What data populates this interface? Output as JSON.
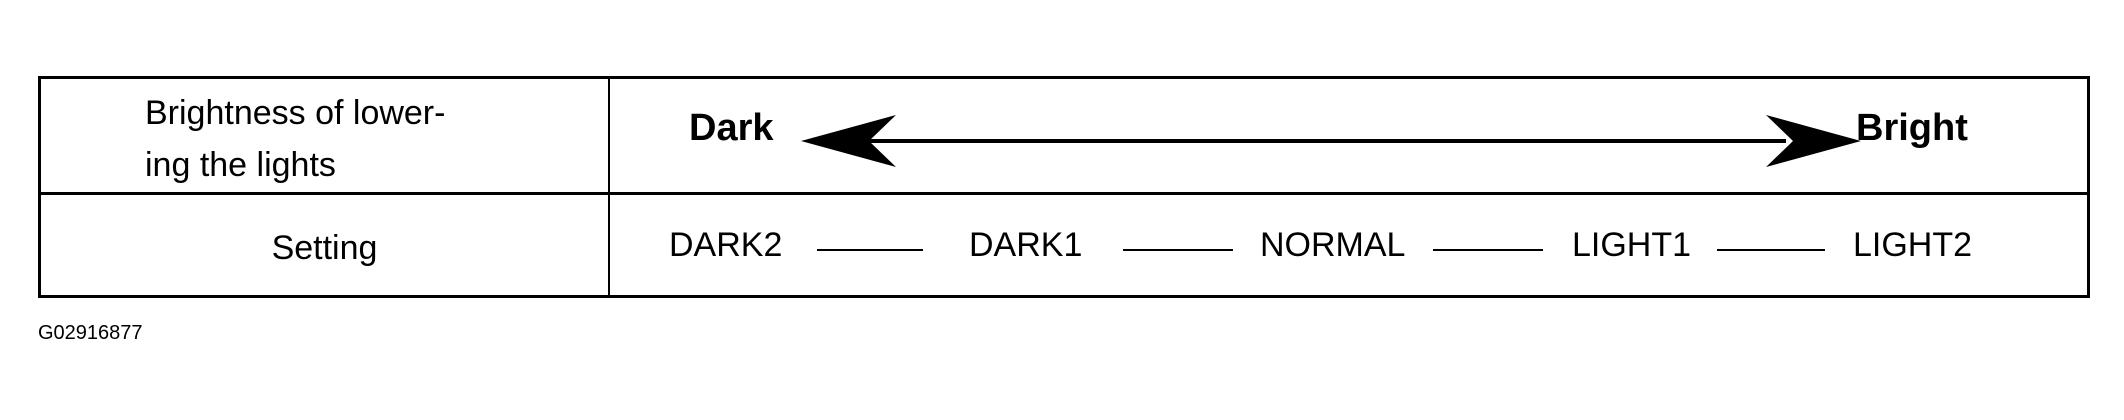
{
  "table": {
    "row1_label_line1": "Brightness of lower-",
    "row1_label_line2": "ing the lights",
    "row2_label": "Setting",
    "scale_left": "Dark",
    "scale_right": "Bright",
    "settings": [
      "DARK2",
      "DARK1",
      "NORMAL",
      "LIGHT1",
      "LIGHT2"
    ]
  },
  "figure_id": "G02916877"
}
